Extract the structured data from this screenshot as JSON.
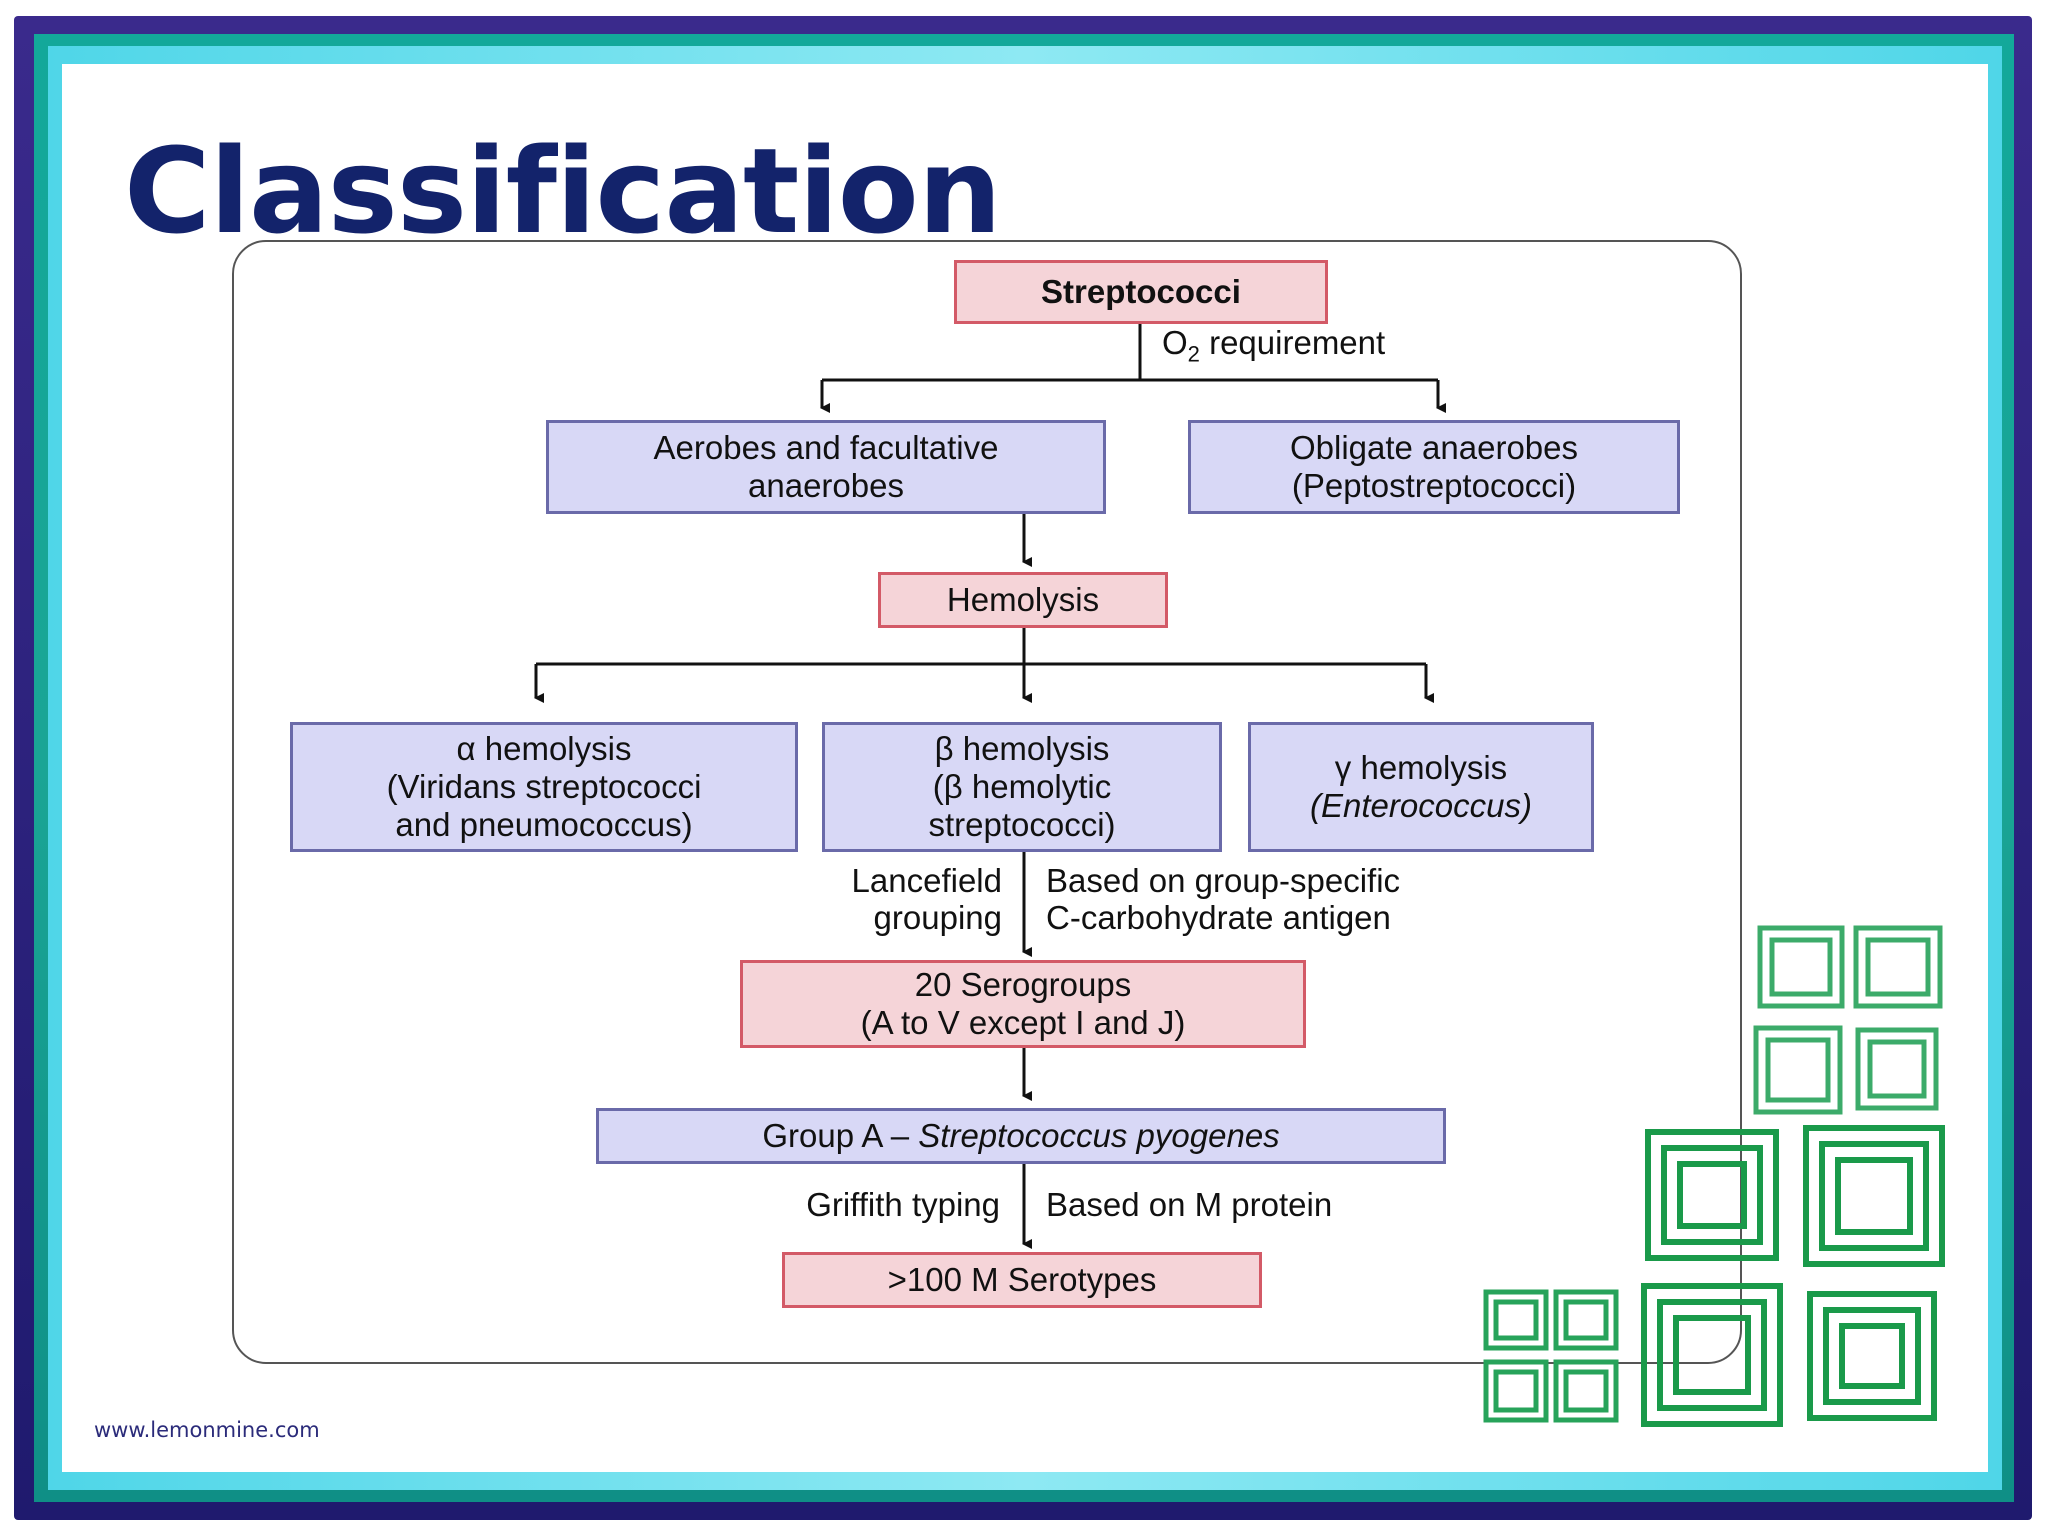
{
  "slide": {
    "title": "Classification",
    "footer": "www.lemonmine.com"
  },
  "diagram": {
    "root": "Streptococci",
    "edge_o2": {
      "prefix": "O",
      "sub": "2",
      "suffix": " requirement"
    },
    "aerobes": [
      "Aerobes and facultative",
      "anaerobes"
    ],
    "anaerobes": [
      "Obligate anaerobes",
      "(Peptostreptococci)"
    ],
    "hemolysis": "Hemolysis",
    "alpha": [
      "α hemolysis",
      "(Viridans streptococci",
      "and pneumococcus)"
    ],
    "beta": [
      "β hemolysis",
      "(β hemolytic",
      "streptococci)"
    ],
    "gamma": [
      "γ hemolysis",
      "(Enterococcus)"
    ],
    "lancefield_left": [
      "Lancefield",
      "grouping"
    ],
    "lancefield_right": [
      "Based on group-specific",
      "C-carbohydrate antigen"
    ],
    "serogroups": [
      "20 Serogroups",
      "(A to V except I and J)"
    ],
    "group_a": {
      "prefix": "Group A – ",
      "italic": "Streptococcus pyogenes"
    },
    "griffith_left": "Griffith typing",
    "griffith_right": "Based on M protein",
    "serotypes": ">100 M Serotypes"
  },
  "colors": {
    "title": "#13236b",
    "pink_fill": "#f5d4d8",
    "pink_border": "#d35a67",
    "lavender_fill": "#d8d8f6",
    "lavender_border": "#6a6aa9",
    "frame_teal": "#13a89a",
    "deco_green": "#1a9a4a"
  }
}
